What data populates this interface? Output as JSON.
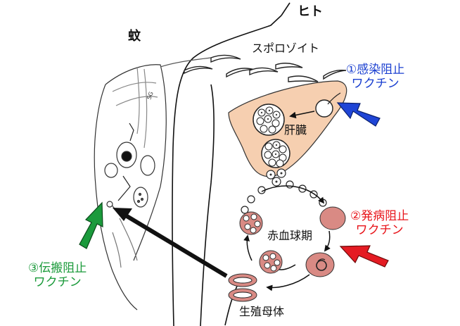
{
  "labels": {
    "mosquito": "蚊",
    "human": "ヒト",
    "sporozoite": "スポロゾイト",
    "liver": "肝臓",
    "blood_stage": "赤血球期",
    "gametocyte": "生殖母体"
  },
  "vaccines": [
    {
      "line1": "①感染阻止",
      "line2": "ワクチン",
      "color": "#1a3fd0",
      "arrow_color": "#1f45d6"
    },
    {
      "line1": "②発病阻止",
      "line2": "ワクチン",
      "color": "#e8141a",
      "arrow_color": "#e41b23"
    },
    {
      "line1": "③伝搬阻止",
      "line2": "ワクチン",
      "color": "#1a9a3a",
      "arrow_color": "#1b9a3c"
    }
  ],
  "colors": {
    "liver_fill": "#f6cfb0",
    "infected_rbc": "#d98a84",
    "transmission_arrow": "#111111"
  },
  "mosquito_labels": {
    "sg": "SG"
  }
}
